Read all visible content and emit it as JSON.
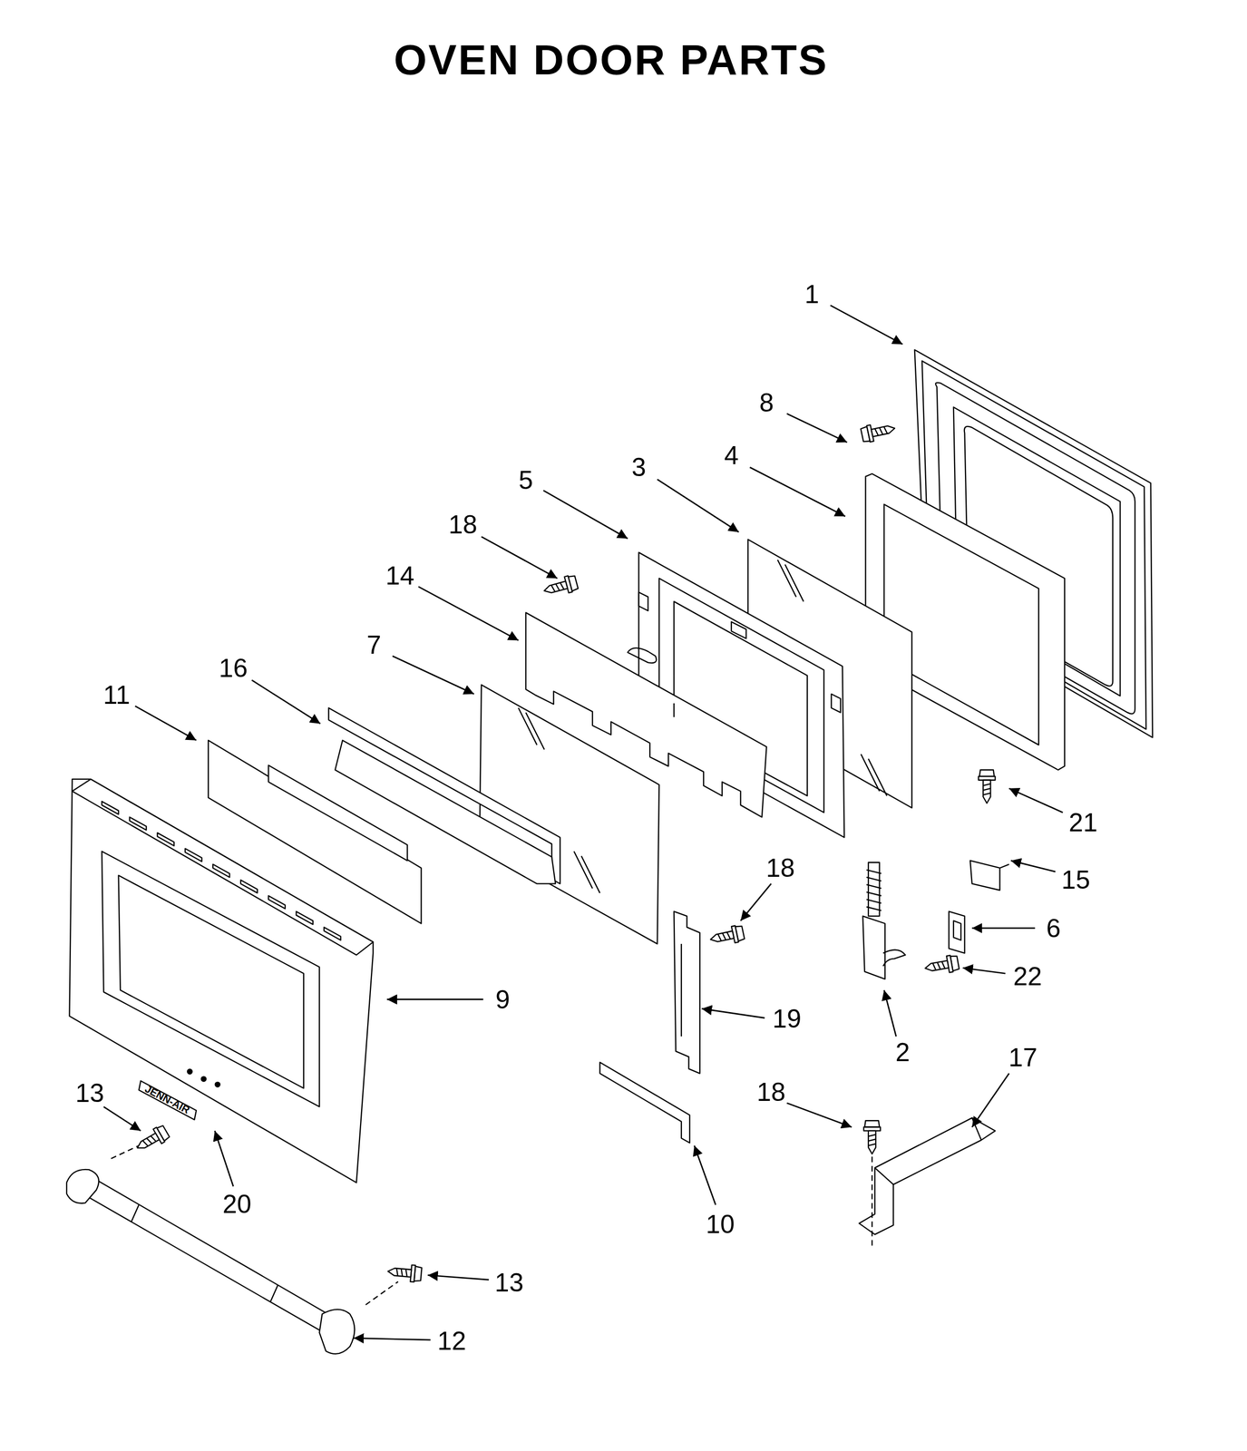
{
  "diagram": {
    "title": "OVEN DOOR PARTS",
    "labels": [
      "1",
      "8",
      "4",
      "3",
      "5",
      "18",
      "14",
      "7",
      "16",
      "11",
      "21",
      "18",
      "15",
      "6",
      "22",
      "9",
      "19",
      "2",
      "17",
      "18",
      "13",
      "JENN-AIR",
      "20",
      "10",
      "13",
      "12"
    ]
  }
}
